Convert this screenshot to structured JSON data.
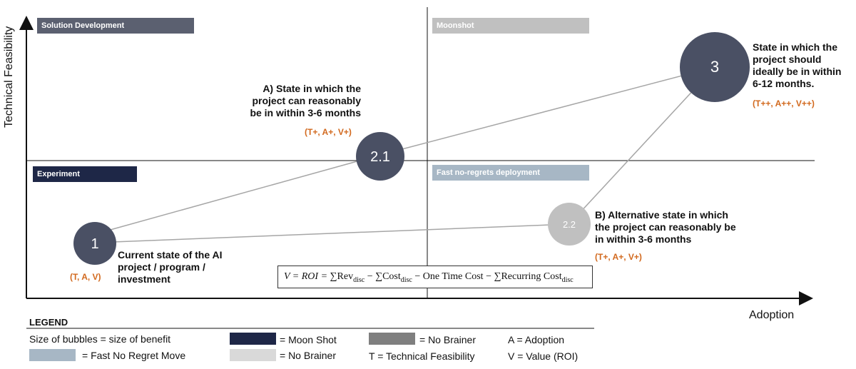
{
  "axes": {
    "x_label": "Adoption",
    "y_label": "Technical Feasibility"
  },
  "quadrants": {
    "top_left": {
      "label": "Solution Development",
      "color": "#5b6070"
    },
    "top_right": {
      "label": "Moonshot",
      "color": "#c0c0c0"
    },
    "bottom_left": {
      "label": "Experiment",
      "color": "#1e2747"
    },
    "bottom_right": {
      "label": "Fast no-regrets deployment",
      "color": "#a7b7c5"
    }
  },
  "bubbles": {
    "b1": {
      "label": "1",
      "color": "#4a5064"
    },
    "b21": {
      "label": "2.1",
      "color": "#4a5064"
    },
    "b22": {
      "label": "2.2",
      "color": "#c0c0c0"
    },
    "b3": {
      "label": "3",
      "color": "#4a5064"
    }
  },
  "annotations": {
    "b1": {
      "text": "Current state of the AI\nproject / program /\ninvestment",
      "tag": "(T, A, V)"
    },
    "b21": {
      "text": "A) State in which the\nproject can reasonably\nbe in  within 3-6 months",
      "tag": "(T+, A+, V+)"
    },
    "b22": {
      "text": "B) Alternative state in which\nthe project can reasonably be\nin  within 3-6 months",
      "tag": "(T+, A+, V+)"
    },
    "b3": {
      "text": "State in which the\nproject should\nideally be in within\n6-12 months.",
      "tag": "(T++, A++, V++)"
    }
  },
  "formula": {
    "lhs": "V = ROI = ",
    "sum1": "∑",
    "rev": "Rev",
    "disc1": "disc",
    "minus1": " − ",
    "sum2": "∑",
    "cost": "Cost",
    "disc2": "disc",
    "minus2": " − One Time Cost − ",
    "sum3": "∑",
    "recurring": "Recurring Cost",
    "disc3": "disc"
  },
  "legend": {
    "title": "LEGEND",
    "size_note": "Size of bubbles = size of benefit",
    "items": [
      {
        "label": "= Fast No Regret Move",
        "color": "#a7b7c5"
      },
      {
        "label": "= Moon Shot",
        "color": "#1e2747"
      },
      {
        "label": "= No Brainer",
        "color": "#d9d9d9"
      },
      {
        "label": "= No Brainer",
        "color": "#7f7f7f"
      }
    ],
    "definitions": {
      "a": "A = Adoption",
      "t": "T = Technical Feasibility",
      "v": "V = Value (ROI)"
    }
  }
}
